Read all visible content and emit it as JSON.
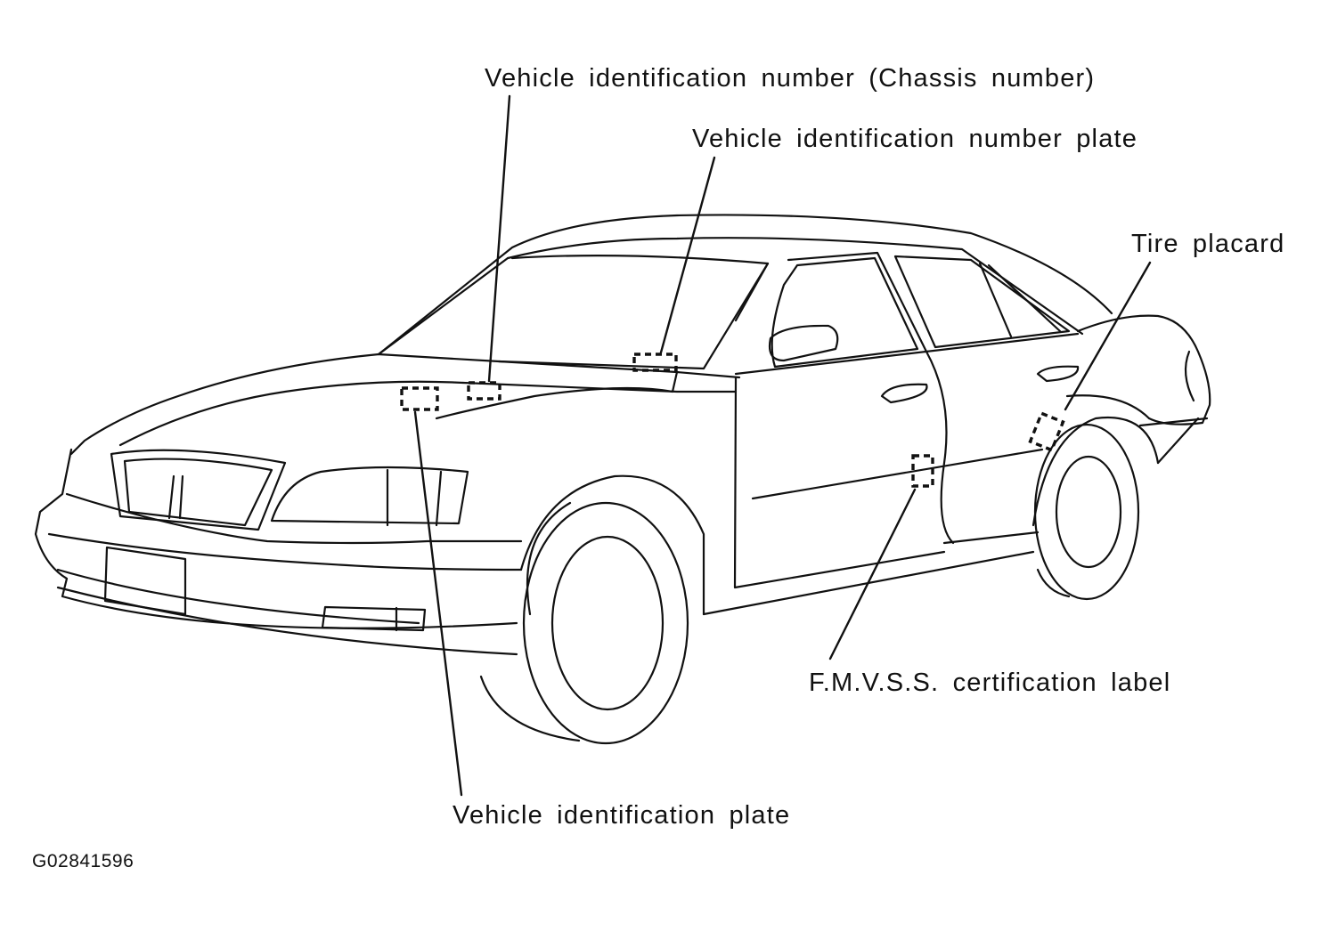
{
  "labels": {
    "vin_chassis": "Vehicle identification number (Chassis number)",
    "vin_plate": "Vehicle identification number plate",
    "tire_placard": "Tire placard",
    "fmvss_label": "F.M.V.S.S. certification label",
    "vehicle_id_plate": "Vehicle identification plate"
  },
  "figure_code": "G02841596"
}
